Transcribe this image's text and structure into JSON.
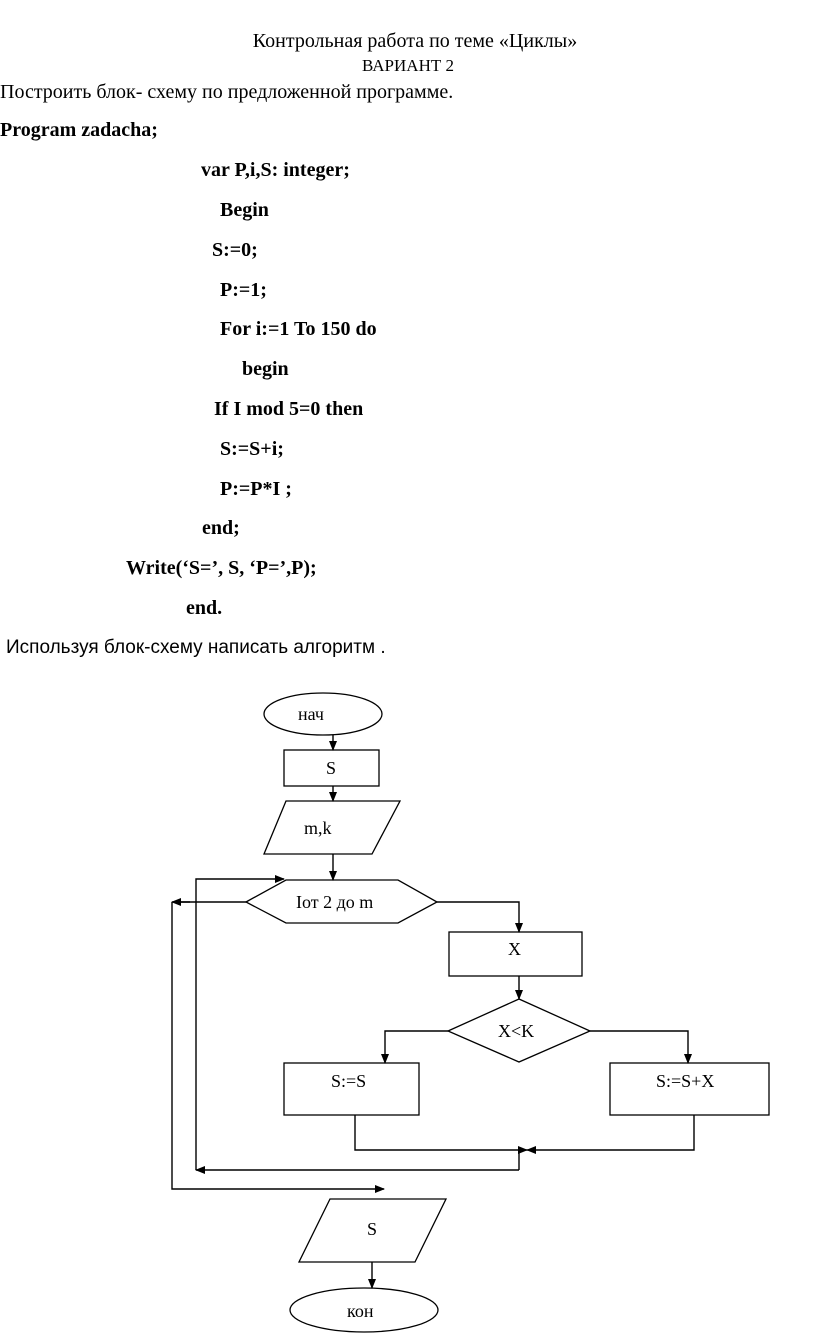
{
  "header": {
    "title": "Контрольная работа по теме «Циклы»",
    "variant": "ВАРИАНТ 2"
  },
  "task_text": "Построить блок- схему по предложенной программе.",
  "code_lines": [
    "Program zadacha;",
    "var P,i,S: integer;",
    "Begin",
    "S:=0;",
    "P:=1;",
    "For i:=1 To 150 do",
    "begin",
    "If I mod 5=0 then",
    "S:=S+i;",
    "P:=P*I ;",
    "end;",
    "Write(‘S=’, S, ‘P=’,P);",
    "end."
  ],
  "instruction_text": "Используя  блок-схему   написать алгоритм .",
  "flowchart": {
    "start_label": "нач",
    "process_s_label": "S",
    "input_label": "m,k",
    "loop_label": "Iот 2 до m",
    "process_x_label": "X",
    "decision_label": "X<K",
    "left_assign_label": "S:=S",
    "right_assign_label": "S:=S+X",
    "output_label": "S",
    "end_label": "кон"
  }
}
